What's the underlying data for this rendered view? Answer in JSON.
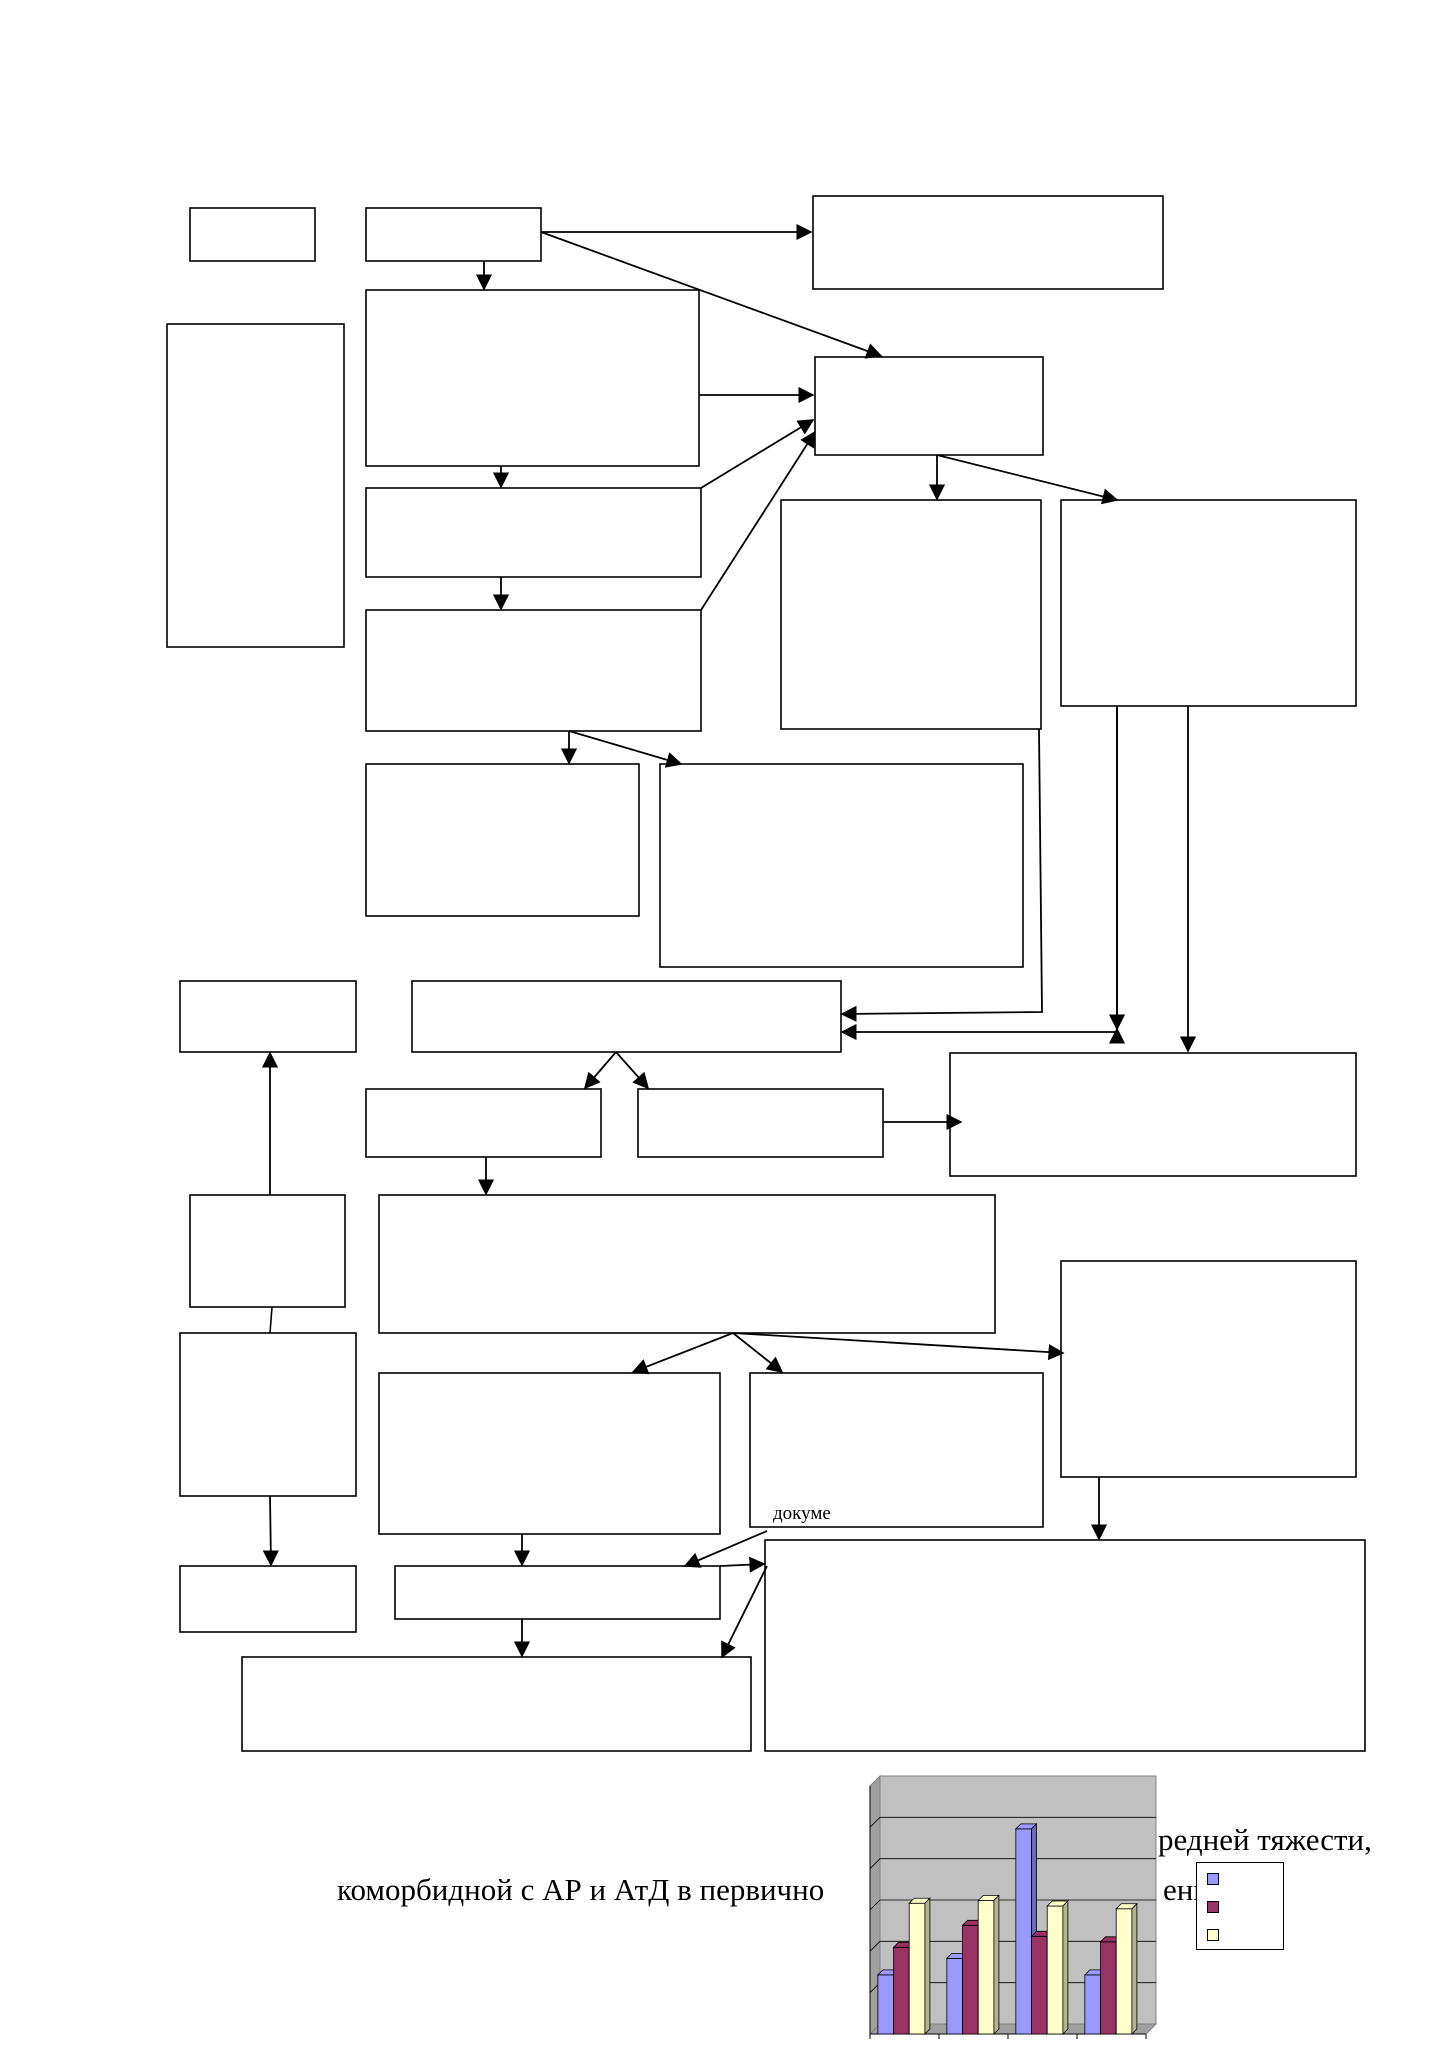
{
  "diagram": {
    "small_note": "докуме"
  },
  "caption": {
    "line1_fragment": "редней тяжести,",
    "line2_fragment": "коморбидной с АР и АтД в первично",
    "line2_tail": "ения"
  },
  "chart_data": {
    "type": "bar",
    "style": "3d-column",
    "categories": [
      "",
      "",
      "",
      ""
    ],
    "series": [
      {
        "color": "#9999ff",
        "values": [
          2,
          2.6,
          7.3,
          2
        ]
      },
      {
        "color": "#993366",
        "values": [
          3,
          3.8,
          3.4,
          3.2
        ]
      },
      {
        "color": "#ffffcc",
        "values": [
          4.6,
          4.7,
          4.5,
          4.4
        ]
      }
    ],
    "ylim": [
      0,
      9
    ],
    "grid": true,
    "legend": "right"
  },
  "colors": {
    "line": "#000000",
    "plot_background": "#c0c0c0"
  }
}
